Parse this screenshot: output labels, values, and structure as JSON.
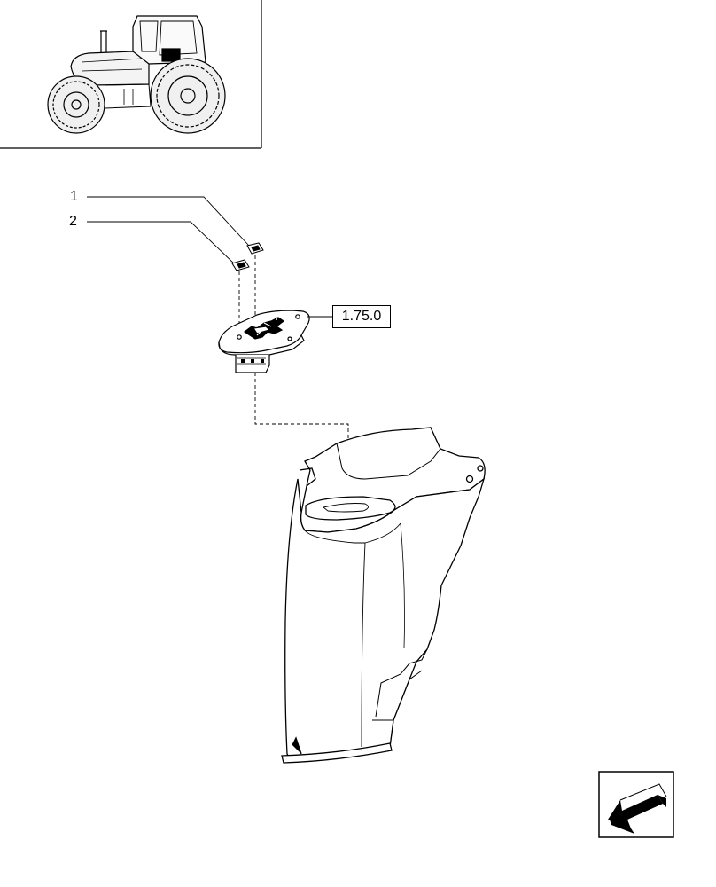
{
  "callouts": [
    {
      "label": "1"
    },
    {
      "label": "2"
    }
  ],
  "reference": {
    "label": "1.75.0"
  },
  "colors": {
    "line": "#000000",
    "background": "#ffffff"
  },
  "icons": {
    "navigation": "arrow-down-left-icon",
    "thumbnail": "tractor-icon"
  }
}
